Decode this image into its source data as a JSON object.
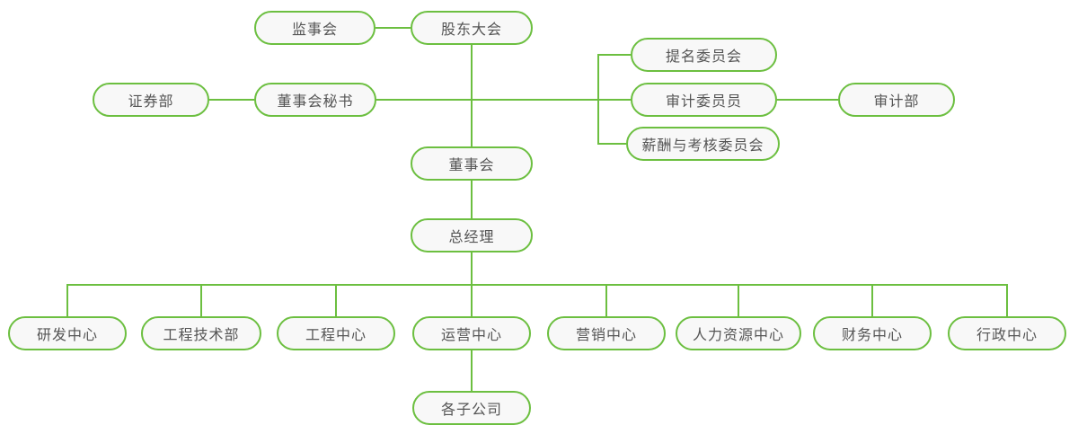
{
  "diagram": {
    "type": "org-chart",
    "colors": {
      "line": "#6cbf40",
      "node_border": "#6cbf40",
      "node_fill": "#f8f8f8",
      "text": "#555555",
      "background": "#ffffff"
    },
    "nodes": {
      "supervisory_board": {
        "label": "监事会"
      },
      "shareholders_meeting": {
        "label": "股东大会"
      },
      "securities_dept": {
        "label": "证券部"
      },
      "board_secretary": {
        "label": "董事会秘书"
      },
      "nomination_committee": {
        "label": "提名委员会"
      },
      "audit_committee": {
        "label": "审计委员员"
      },
      "audit_dept": {
        "label": "审计部"
      },
      "remuneration_committee": {
        "label": "薪酬与考核委员会"
      },
      "board_of_directors": {
        "label": "董事会"
      },
      "general_manager": {
        "label": "总经理"
      },
      "rd_center": {
        "label": "研发中心"
      },
      "engineering_tech_dept": {
        "label": "工程技术部"
      },
      "engineering_center": {
        "label": "工程中心"
      },
      "operations_center": {
        "label": "运营中心"
      },
      "marketing_center": {
        "label": "营销中心"
      },
      "hr_center": {
        "label": "人力资源中心"
      },
      "finance_center": {
        "label": "财务中心"
      },
      "admin_center": {
        "label": "行政中心"
      },
      "subsidiaries": {
        "label": "各子公司"
      }
    },
    "edges": [
      {
        "from": "supervisory_board",
        "to": "shareholders_meeting"
      },
      {
        "from": "shareholders_meeting",
        "to": "board_of_directors"
      },
      {
        "from": "securities_dept",
        "to": "board_secretary"
      },
      {
        "from": "board_secretary",
        "to": "nomination_committee"
      },
      {
        "from": "board_secretary",
        "to": "audit_committee"
      },
      {
        "from": "board_secretary",
        "to": "remuneration_committee"
      },
      {
        "from": "audit_committee",
        "to": "audit_dept"
      },
      {
        "from": "board_of_directors",
        "to": "general_manager"
      },
      {
        "from": "general_manager",
        "to": "rd_center"
      },
      {
        "from": "general_manager",
        "to": "engineering_tech_dept"
      },
      {
        "from": "general_manager",
        "to": "engineering_center"
      },
      {
        "from": "general_manager",
        "to": "operations_center"
      },
      {
        "from": "general_manager",
        "to": "marketing_center"
      },
      {
        "from": "general_manager",
        "to": "hr_center"
      },
      {
        "from": "general_manager",
        "to": "finance_center"
      },
      {
        "from": "general_manager",
        "to": "admin_center"
      },
      {
        "from": "operations_center",
        "to": "subsidiaries"
      }
    ]
  }
}
